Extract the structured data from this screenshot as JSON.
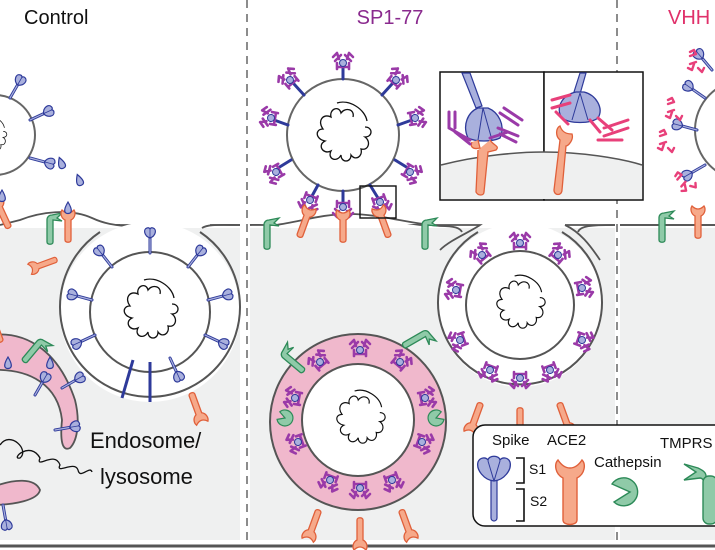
{
  "panels": {
    "control": {
      "title": "Control",
      "color": "#111111"
    },
    "sp177": {
      "title": "SP1-77",
      "color": "#8a2a8e"
    },
    "vhh": {
      "title": "VHH",
      "color": "#e0306a"
    }
  },
  "labels": {
    "endosome_line1": "Endosome/",
    "endosome_line2": "lysosome"
  },
  "legend": {
    "spike": "Spike",
    "s1": "S1",
    "s2": "S2",
    "ace2": "ACE2",
    "cathepsin": "Cathepsin",
    "tmprss2": "TMPRS"
  },
  "colors": {
    "spike_fill": "#a9b0dd",
    "spike_stroke": "#2e3a9a",
    "ace2_fill": "#f6a98a",
    "ace2_stroke": "#e0603a",
    "protease_fill": "#8fcaa8",
    "protease_stroke": "#2d8a58",
    "antibody_sp177": "#9a3aa8",
    "antibody_vhh": "#e8407a",
    "endosome_fill": "#f0b8cc",
    "cell_fill": "#eff0f0",
    "membrane": "#555555"
  }
}
